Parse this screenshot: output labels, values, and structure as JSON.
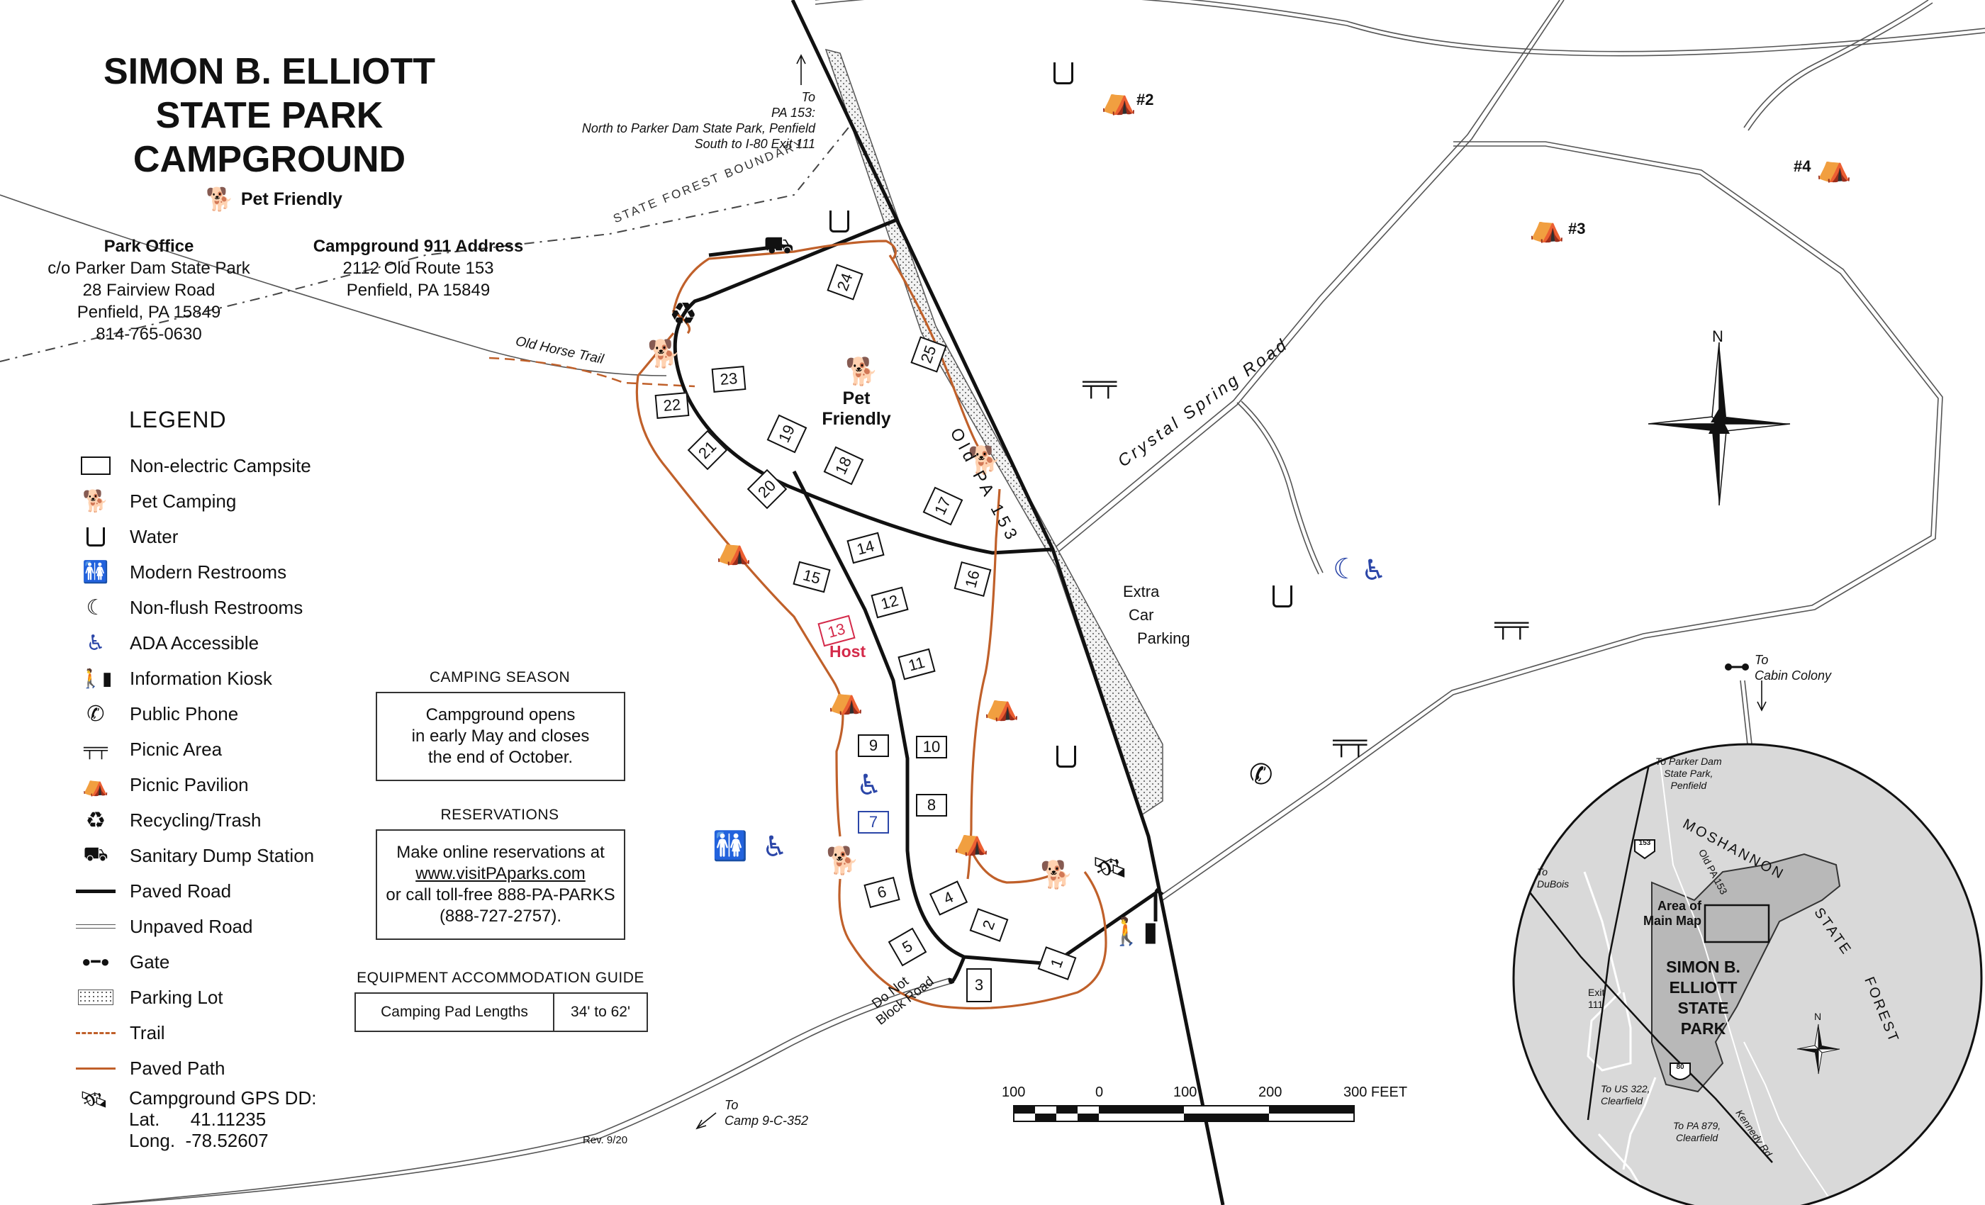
{
  "title_lines": [
    "SIMON B. ELLIOTT",
    "STATE PARK",
    "CAMPGROUND"
  ],
  "pet_friendly_label": "Pet Friendly",
  "park_office": {
    "heading": "Park Office",
    "lines": [
      "c/o Parker Dam State Park",
      "28 Fairview Road",
      "Penfield, PA 15849",
      "814-765-0630"
    ]
  },
  "address_911": {
    "heading": "Campground 911 Address",
    "lines": [
      "2112 Old Route 153",
      "Penfield, PA 15849"
    ]
  },
  "legend": {
    "title": "LEGEND",
    "items": [
      {
        "label": "Non-electric Campsite",
        "icon": "campsite-box-icon"
      },
      {
        "label": "Pet Camping",
        "icon": "dog-icon"
      },
      {
        "label": "Water",
        "icon": "water-icon"
      },
      {
        "label": "Modern Restrooms",
        "icon": "restroom-icon"
      },
      {
        "label": "Non-flush Restrooms",
        "icon": "nonflush-restroom-icon"
      },
      {
        "label": "ADA Accessible",
        "icon": "wheelchair-icon"
      },
      {
        "label": "Information Kiosk",
        "icon": "kiosk-icon"
      },
      {
        "label": "Public Phone",
        "icon": "phone-icon"
      },
      {
        "label": "Picnic Area",
        "icon": "picnic-table-icon"
      },
      {
        "label": "Picnic Pavilion",
        "icon": "pavilion-icon"
      },
      {
        "label": "Recycling/Trash",
        "icon": "recycle-icon"
      },
      {
        "label": "Sanitary Dump Station",
        "icon": "dump-station-icon"
      },
      {
        "label": "Paved Road",
        "icon": "paved-road-line"
      },
      {
        "label": "Unpaved Road",
        "icon": "unpaved-road-line"
      },
      {
        "label": "Gate",
        "icon": "gate-icon"
      },
      {
        "label": "Parking Lot",
        "icon": "parking-lot-swatch"
      },
      {
        "label": "Trail",
        "icon": "trail-line"
      },
      {
        "label": "Paved Path",
        "icon": "paved-path-line"
      }
    ]
  },
  "gps": {
    "label": "Campground GPS DD:",
    "lat": "Lat.      41.11235",
    "long": "Long.  -78.52607"
  },
  "camping_season": {
    "title": "CAMPING SEASON",
    "lines": [
      "Campground opens",
      "in early May and closes",
      "the end of October."
    ]
  },
  "reservations": {
    "title": "RESERVATIONS",
    "line1": "Make online reservations at",
    "url": "www.visitPAparks.com",
    "line3": "or call toll-free 888-PA-PARKS",
    "line4": "(888-727-2757)."
  },
  "equipment": {
    "title": "EQUIPMENT ACCOMMODATION GUIDE",
    "label": "Camping Pad Lengths",
    "value": "34' to 62'"
  },
  "revision": "Rev. 9/20",
  "map_labels": {
    "to_pa153": [
      "To",
      "PA 153:",
      "North to Parker Dam State Park, Penfield",
      "South to I-80 Exit 111"
    ],
    "state_forest_boundary": "STATE FOREST BOUNDARY",
    "old_horse_trail": "Old Horse Trail",
    "old_pa_153": "Old PA 153",
    "crystal_spring_road": "Crystal Spring Road",
    "extra_car_parking": [
      "Extra",
      "Car",
      "Parking"
    ],
    "to_cabin_colony": [
      "To",
      "Cabin Colony"
    ],
    "do_not_block_road": [
      "Do Not",
      "Block Road"
    ],
    "to_camp": [
      "To",
      "Camp 9-C-352"
    ],
    "pet_friendly_area": [
      "Pet",
      "Friendly"
    ],
    "host": "Host",
    "pavilion_2": "#2",
    "pavilion_3": "#3",
    "pavilion_4": "#4",
    "north": "N"
  },
  "campsites": [
    {
      "num": "24",
      "kind": "normal"
    },
    {
      "num": "25",
      "kind": "normal"
    },
    {
      "num": "23",
      "kind": "normal"
    },
    {
      "num": "22",
      "kind": "normal"
    },
    {
      "num": "21",
      "kind": "normal"
    },
    {
      "num": "19",
      "kind": "normal"
    },
    {
      "num": "18",
      "kind": "normal"
    },
    {
      "num": "20",
      "kind": "normal"
    },
    {
      "num": "17",
      "kind": "normal"
    },
    {
      "num": "14",
      "kind": "normal"
    },
    {
      "num": "15",
      "kind": "normal"
    },
    {
      "num": "16",
      "kind": "normal"
    },
    {
      "num": "12",
      "kind": "normal"
    },
    {
      "num": "13",
      "kind": "host"
    },
    {
      "num": "11",
      "kind": "normal"
    },
    {
      "num": "9",
      "kind": "normal"
    },
    {
      "num": "10",
      "kind": "normal"
    },
    {
      "num": "8",
      "kind": "normal"
    },
    {
      "num": "7",
      "kind": "ada"
    },
    {
      "num": "6",
      "kind": "normal"
    },
    {
      "num": "4",
      "kind": "normal"
    },
    {
      "num": "5",
      "kind": "normal"
    },
    {
      "num": "2",
      "kind": "normal"
    },
    {
      "num": "3",
      "kind": "normal"
    },
    {
      "num": "1",
      "kind": "normal"
    }
  ],
  "scale": {
    "labels": [
      "100",
      "0",
      "100",
      "200",
      "300 FEET"
    ]
  },
  "inset": {
    "park_name": [
      "SIMON B.",
      "ELLIOTT",
      "STATE",
      "PARK"
    ],
    "area_label": [
      "Area of",
      "Main Map"
    ],
    "forest_words": [
      "MOSHANNON",
      "STATE",
      "FOREST"
    ],
    "to_parker_dam": [
      "To Parker Dam",
      "State Park,",
      "Penfield"
    ],
    "to_dubois": [
      "To",
      "DuBois"
    ],
    "exit": [
      "Exit",
      "111"
    ],
    "to_us322": [
      "To US 322,",
      "Clearfield"
    ],
    "to_pa879": [
      "To PA 879,",
      "Clearfield"
    ],
    "kennedy_rd": "Kennedy Rd.",
    "old_pa_153": "Old PA 153",
    "route_153": "153",
    "route_80": "80",
    "north": "N"
  },
  "colors": {
    "path_orange": "#c0602a",
    "ada_blue": "#2b46a8",
    "host_red": "#d42a4a",
    "inset_gray": "#d9d9d9",
    "park_gray": "#b8b8b8"
  }
}
